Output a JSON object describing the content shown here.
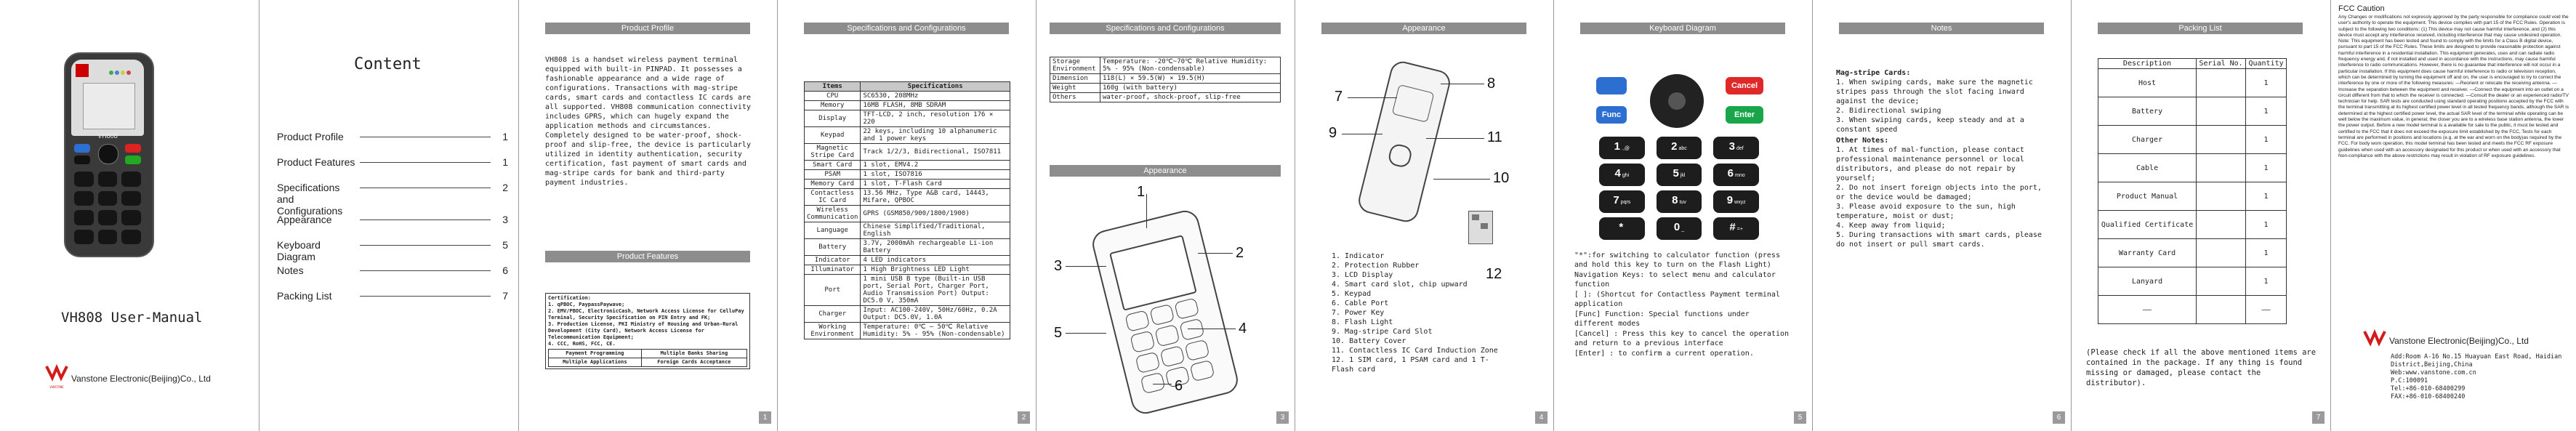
{
  "cover": {
    "device_label": "VH808",
    "title": "VH808 User-Manual",
    "company": "Vanstone Electronic(Beijing)Co., Ltd",
    "logo_text": "VANSTONE"
  },
  "contents": {
    "heading": "Content",
    "items": [
      {
        "label": "Product Profile",
        "page": "1"
      },
      {
        "label": "Product Features",
        "page": "1"
      },
      {
        "label": "Specifications and Configurations",
        "page": "2"
      },
      {
        "label": "Appearance",
        "page": "3"
      },
      {
        "label": "Keyboard Diagram",
        "page": "5"
      },
      {
        "label": "Notes",
        "page": "6"
      },
      {
        "label": "Packing List",
        "page": "7"
      }
    ]
  },
  "profile": {
    "heading": "Product Profile",
    "text": "VH808 is a handset wireless payment terminal equipped with built-in PINPAD. It possesses a fashionable appearance and a wide rage of configurations. Transactions with mag-stripe cards, smart cards and contactless IC cards are all supported. VH808 communication connectivity includes GPRS, which can hugely expand the application methods and circumstances. Completely designed to be water-proof, shock-proof and slip-free, the device is particularly utilized in identity authentication, security certification, fast payment of smart cards and mag-stripe cards for bank and third-party payment industries."
  },
  "features": {
    "heading": "Product Features",
    "cert_label": "Certification:",
    "cert_lines": [
      "1. qPBOC, PaypassPaywave;",
      "2. EMV/PBOC, ElectronicCash, Network Access License for CelluPay Terminal, Security Specification on PIN Entry and FK;",
      "3. Production License, PKI Ministry of Housing and Urban-Rural Development (City Card), Network Access License for Telecommunication Equipment;",
      "4. CCC, RoHS, FCC, CE."
    ],
    "prog_headers": [
      "Payment Programming",
      "Multiple Banks Sharing"
    ],
    "prog_row": [
      "Multiple Applications",
      "Foreign Cards Acceptance"
    ]
  },
  "specs": {
    "heading": "Specifications and Configurations",
    "col_item": "Items",
    "col_spec": "Specifications",
    "rows": [
      [
        "CPU",
        "SC6530, 208MHz"
      ],
      [
        "Memory",
        "16MB FLASH, 8MB SDRAM"
      ],
      [
        "Display",
        "TFT-LCD, 2 inch, resolution 176 × 220"
      ],
      [
        "Keypad",
        "22 keys, including 10 alphanumeric and 1 power keys"
      ],
      [
        "Magnetic Stripe Card",
        "Track 1/2/3, Bidirectional, ISO7811"
      ],
      [
        "Smart Card",
        "1 slot, EMV4.2"
      ],
      [
        "PSAM",
        "1 slot, ISO7816"
      ],
      [
        "Memory Card",
        "1 slot, T-Flash Card"
      ],
      [
        "Contactless IC Card",
        "13.56 MHz, Type A&B card, 14443, Mifare, QPBOC"
      ],
      [
        "Wireless Communication",
        "GPRS (GSM850/900/1800/1900)"
      ],
      [
        "Language",
        "Chinese Simplified/Traditional, English"
      ],
      [
        "Battery",
        "3.7V, 2000mAh rechargeable Li-ion Battery"
      ],
      [
        "Indicator",
        "4 LED indicators"
      ],
      [
        "Illuminator",
        "1 High Brightness LED Light"
      ],
      [
        "Port",
        "1 mini USB B type (Built-in USB port, Serial Port, Charger Port, Audio Transmission Port) Output: DC5.0 V, 350mA"
      ],
      [
        "Charger",
        "Input: AC100-240V, 50Hz/60Hz, 0.2A Output: DC5.0V, 1.0A"
      ],
      [
        "Working Environment",
        "Temperature: 0℃ — 50℃ Relative Humidity: 5% - 95% (Non-condensable)"
      ]
    ]
  },
  "specs2": {
    "heading": "Specifications and Configurations",
    "rows": [
      [
        "Storage Environment",
        "Temperature: -20℃~70℃ Relative Humidity: 5% - 95% (Non-condensable)"
      ],
      [
        "Dimension",
        "118(L) × 59.5(W) × 19.5(H)"
      ],
      [
        "Weight",
        "160g (with battery)"
      ],
      [
        "Others",
        "water-proof, shock-proof, slip-free"
      ]
    ],
    "appearance_heading": "Appearance"
  },
  "appearance": {
    "heading": "Appearance",
    "labels": [
      "1. Indicator",
      "2. Protection Rubber",
      "3. LCD Display",
      "4. Smart card slot, chip upward",
      "5. Keypad",
      "6. Cable Port",
      "7. Power Key",
      "8. Flash Light",
      "9. Mag-stripe Card Slot",
      "10. Battery Cover",
      "11. Contactless IC Card Induction Zone",
      "12. 1 SIM card, 1 PSAM card and 1 T-Flash card"
    ],
    "callouts": [
      "1",
      "2",
      "3",
      "4",
      "5",
      "6",
      "7",
      "8",
      "9",
      "10",
      "11",
      "12"
    ]
  },
  "keyboard": {
    "heading": "Keyboard Diagram",
    "keys": {
      "cancel": "Cancel",
      "func": "Func",
      "enter": "Enter",
      "nums": [
        [
          "1",
          ".,@"
        ],
        [
          "2",
          "abc"
        ],
        [
          "3",
          "def"
        ],
        [
          "4",
          "ghi"
        ],
        [
          "5",
          "jkl"
        ],
        [
          "6",
          "mno"
        ],
        [
          "7",
          "pqrs"
        ],
        [
          "8",
          "tuv"
        ],
        [
          "9",
          "wxyz"
        ],
        [
          "*",
          ""
        ],
        [
          "0",
          "_"
        ],
        [
          "#",
          "=+"
        ]
      ]
    },
    "desc": [
      "\"*\":for switching to calculator function (press and hold this key to turn on the Flash Light)",
      "Navigation Keys: to select menu and calculator function",
      "[ ]: (Shortcut for Contactless Payment terminal application",
      "[Func] Function: Special functions under different modes",
      "[Cancel] : Press this key to cancel the operation and return to a previous interface",
      "[Enter] : to confirm a current operation."
    ]
  },
  "notes": {
    "heading": "Notes",
    "magstripe_title": "Mag-stripe Cards:",
    "magstripe": [
      "1. When swiping cards, make sure the magnetic stripes pass through the slot facing inward against the device;",
      "2. Bidirectional swiping",
      "3. When swiping cards, keep steady and at a constant speed"
    ],
    "other_title": "Other Notes:",
    "other": [
      "1. At times of mal-function, please contact professional maintenance personnel or local distributors, and please do not repair by yourself;",
      "2. Do not insert foreign objects into the port, or the device would be damaged;",
      "3. Please avoid exposure to the sun, high temperature, moist or dust;",
      "4. Keep away from liquid;",
      "5. During transactions with smart cards, please do not insert or pull smart cards."
    ]
  },
  "packing": {
    "heading": "Packing List",
    "columns": [
      "Description",
      "Serial No.",
      "Quantity"
    ],
    "rows": [
      [
        "Host",
        "",
        "1"
      ],
      [
        "Battery",
        "",
        "1"
      ],
      [
        "Charger",
        "",
        "1"
      ],
      [
        "Cable",
        "",
        "1"
      ],
      [
        "Product Manual",
        "",
        "1"
      ],
      [
        "Qualified Certificate",
        "",
        "1"
      ],
      [
        "Warranty Card",
        "",
        "1"
      ],
      [
        "Lanyard",
        "",
        "1"
      ],
      [
        "——",
        "",
        "——"
      ]
    ],
    "note": "(Please check if all the above mentioned items are contained in the package. If any thing is found missing or damaged, please contact the distributor)."
  },
  "fcc": {
    "title": "FCC Caution",
    "text": "Any Changes or modifications not expressly approved by the party responsible for compliance could void the user's authority to operate the equipment. This device complies with part 15 of the FCC Rules. Operation is subject to the following two conditions: (1) This device may not cause harmful interference, and (2) this device must accept any interference received, including interference that may cause undesired operation. Note: This equipment has been tested and found to comply with the limits for a Class B digital device, pursuant to part 15 of the FCC Rules. These limits are designed to provide reasonable protection against harmful interference in a residential installation. This equipment generates, uses and can radiate radio frequency energy and, if not installed and used in accordance with the instructions, may cause harmful interference to radio communications. However, there is no guarantee that interference will not occur in a particular installation. If this equipment does cause harmful interference to radio or television reception, which can be determined by turning the equipment off and on, the user is encouraged to try to correct the interference by one or more of the following measures: —Reorient or relocate the receiving antenna. —Increase the separation between the equipment and receiver. —Connect the equipment into an outlet on a circuit different from that to which the receiver is connected. —Consult the dealer or an experienced radio/TV technician for help. SAR tests are conducted using standard operating positions accepted by the FCC with the terminal transmitting at its highest certified power level in all tested frequency bands, although the SAR is determined at the highest certified power level, the actual SAR level of the terminal while operating can be well below the maximum value, in general, the closer you are to a wireless base station antenna, the lower the power output. Before a new model terminal is a available for sale to the public, it must be tested and certified to the FCC that it does not exceed the exposure limit established by the FCC, Tests for each terminal are performed in positions and locations (e.g. at the ear and worn on the body)as required by the FCC. For body worn operation, this model terminal has been tested and meets the FCC RF exposure guidelines when used with an accessory designated for this product or when used with an accessory that Non-compliance with the above restrictions may result in violation of RF exposure guidelines.",
    "company": "Vanstone Electronic(Beijing)Co., Ltd",
    "address": [
      "Add:Room A-16 No.15 Huayuan East Road, Haidian District,Beijing,China",
      "Web:www.vanstone.com.cn",
      "P.C:100091",
      "Tel:+86-010-68400299",
      "FAX:+86-010-68400240"
    ]
  },
  "page_numbers": [
    "1",
    "2",
    "3",
    "4",
    "5",
    "6",
    "7"
  ]
}
